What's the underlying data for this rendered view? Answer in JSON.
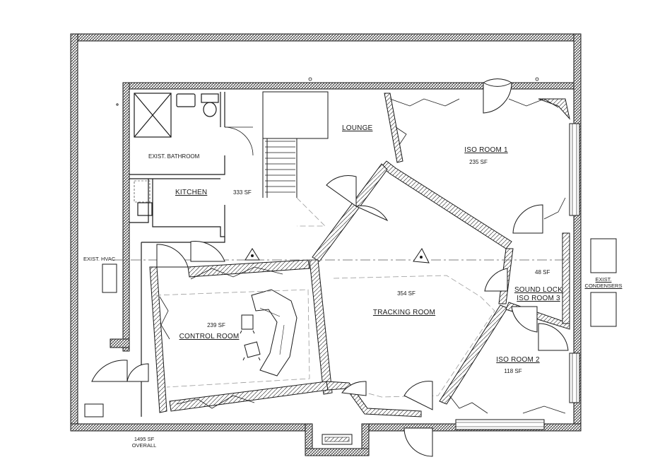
{
  "rooms": {
    "exist_bathroom": "EXIST. BATHROOM",
    "kitchen": "KITCHEN",
    "lounge": "LOUNGE",
    "lounge_area": "333 SF",
    "iso1": "ISO ROOM 1",
    "iso1_area": "235 SF",
    "control": "CONTROL ROOM",
    "control_area": "239 SF",
    "tracking": "TRACKING ROOM",
    "tracking_area": "354 SF",
    "soundlock_line1": "SOUND LOCK",
    "soundlock_line2": "ISO ROOM 3",
    "soundlock_area": "48 SF",
    "iso2": "ISO ROOM 2",
    "iso2_area": "118 SF"
  },
  "notes": {
    "hvac": "EXIST. HVAC",
    "condensers": "EXIST.\nCONDENSERS",
    "overall": "1495 SF\nOVERALL"
  },
  "colors": {
    "line": "#1a1a1a",
    "hatch": "#333333",
    "dash": "#9a9a9a"
  }
}
